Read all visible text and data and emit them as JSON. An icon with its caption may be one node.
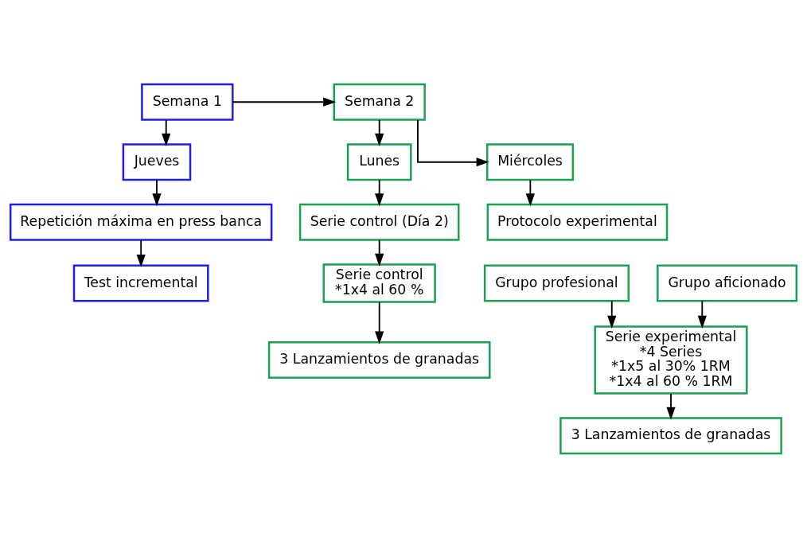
{
  "diagram": {
    "nodes": [
      {
        "text": [
          "Semana 1"
        ]
      },
      {
        "text": [
          "Jueves"
        ]
      },
      {
        "text": [
          "Repetición máxima en press banca"
        ]
      },
      {
        "text": [
          "Test incremental"
        ]
      },
      {
        "text": [
          "Semana 2"
        ]
      },
      {
        "text": [
          "Lunes"
        ]
      },
      {
        "text": [
          "Serie control (Día 2)"
        ]
      },
      {
        "text": [
          "Serie control",
          "*1x4 al 60 %"
        ]
      },
      {
        "text": [
          "3 Lanzamientos de granadas"
        ]
      },
      {
        "text": [
          "Miércoles"
        ]
      },
      {
        "text": [
          "Protocolo experimental"
        ]
      },
      {
        "text": [
          "Grupo profesional"
        ]
      },
      {
        "text": [
          "Grupo aficionado"
        ]
      },
      {
        "text": [
          "Serie experimental",
          "*4 Series",
          "*1x5 al 30% 1RM",
          "*1x4 al 60 % 1RM"
        ]
      },
      {
        "text": [
          "3 Lanzamientos de granadas"
        ]
      }
    ],
    "edges": [
      {
        "from": 0,
        "to": 1,
        "arrow": "to"
      },
      {
        "from": 1,
        "to": 2,
        "arrow": "to"
      },
      {
        "from": 2,
        "to": 3,
        "arrow": "to"
      },
      {
        "from": 0,
        "to": 4,
        "arrow": "to"
      },
      {
        "from": 4,
        "to": 5,
        "arrow": "to"
      },
      {
        "from": 4,
        "to": 9,
        "arrow": "to"
      },
      {
        "from": 5,
        "to": 6,
        "arrow": "to"
      },
      {
        "from": 6,
        "to": 7,
        "arrow": "to"
      },
      {
        "from": 7,
        "to": 8,
        "arrow": "to"
      },
      {
        "from": 9,
        "to": 10,
        "arrow": "to"
      },
      {
        "from": 11,
        "to": 13,
        "arrow": "to"
      },
      {
        "from": 12,
        "to": 13,
        "arrow": "to"
      },
      {
        "from": 13,
        "to": 14,
        "arrow": "to"
      }
    ]
  }
}
